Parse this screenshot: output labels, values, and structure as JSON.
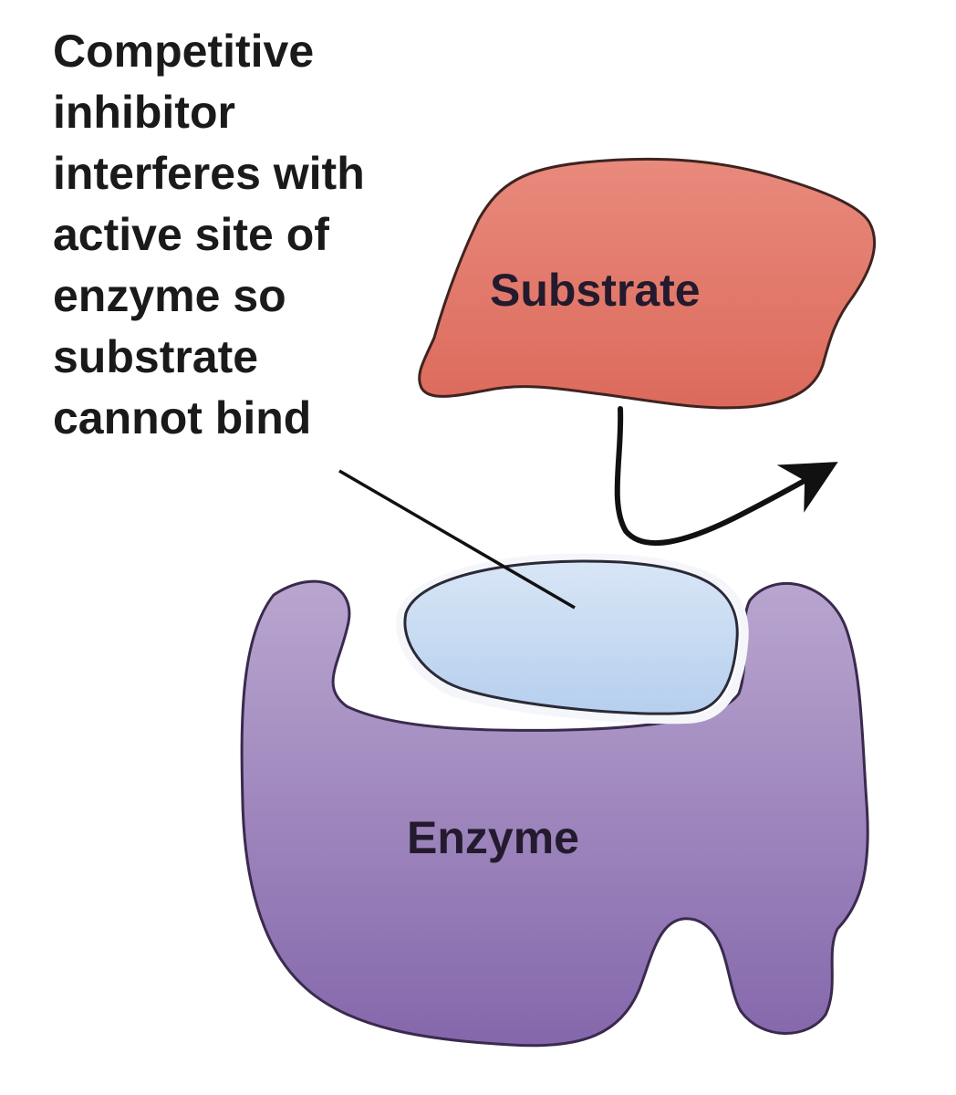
{
  "caption": {
    "lines": [
      "Competitive",
      "inhibitor",
      "interferes with",
      "active site of",
      "enzyme so",
      "substrate",
      "cannot bind"
    ]
  },
  "substrate": {
    "label": "Substrate",
    "color": "#e2776a"
  },
  "enzyme": {
    "label": "Enzyme",
    "color": "#9478b6"
  },
  "inhibitor": {
    "color": "#c4d8f0"
  }
}
